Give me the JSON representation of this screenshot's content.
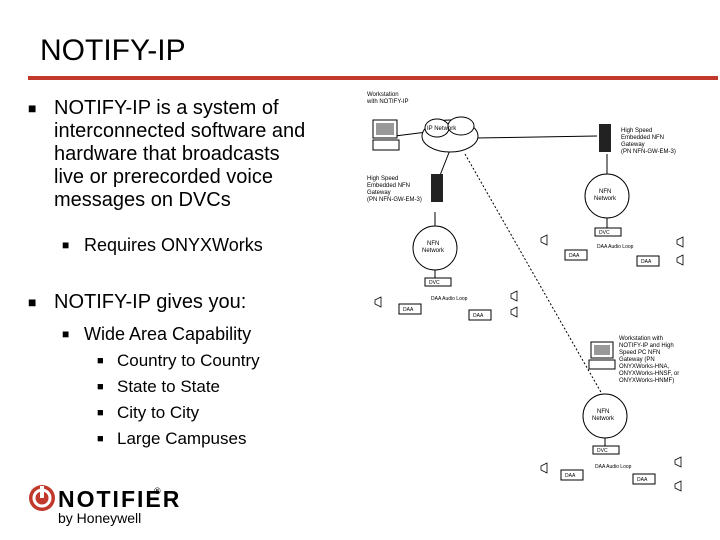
{
  "slide": {
    "title": "NOTIFY-IP",
    "bullets": [
      {
        "text": "NOTIFY-IP is a system of interconnected software and hardware that broadcasts live or prerecorded voice messages on DVCs",
        "lines": [
          "NOTIFY-IP is a system of",
          "interconnected software and",
          "hardware that broadcasts",
          "live or prerecorded voice",
          "messages on DVCs"
        ],
        "sub": [
          "Requires ONYXWorks"
        ]
      },
      {
        "text": "NOTIFY-IP gives you:",
        "sub": [
          "Wide Area Capability"
        ],
        "subsub": [
          "Country to Country",
          "State to State",
          "City to City",
          "Large Campuses"
        ]
      }
    ]
  },
  "logo": {
    "brand": "NOTIFIER",
    "registered": "®",
    "tagline": "by Honeywell",
    "color": "#c0392b"
  },
  "diagram": {
    "workstation_top": [
      "Workstation",
      "with NOTIFY-IP"
    ],
    "ip_network": "IP Network",
    "gateway_right": [
      "High Speed",
      "Embedded NFN",
      "Gateway",
      "(PN NFN-GW-EM-3)"
    ],
    "gateway_left": [
      "High Speed",
      "Embedded NFN",
      "Gateway",
      "(PN NFN-GW-EM-3)"
    ],
    "nfn_network": [
      "NFN",
      "Network"
    ],
    "dvc": "DVC",
    "daa": "DAA",
    "daa_audio_loop": "DAA Audio Loop",
    "workstation_bottom": [
      "Workstation with",
      "NOTIFY-IP and High",
      "Speed PC NFN",
      "Gateway (PN",
      "ONYXWorks-HNA,",
      "ONYXWorks-HNSF, or",
      "ONYXWorks-HNMF)"
    ]
  },
  "colors": {
    "accent": "#c0392b",
    "text": "#000000"
  }
}
